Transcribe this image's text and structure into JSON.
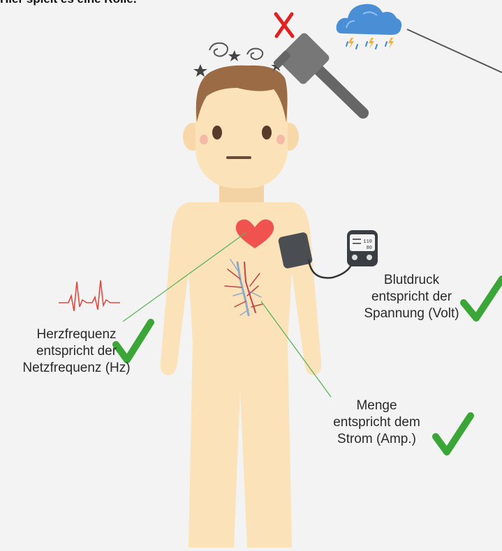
{
  "top_caption": "Hier spielt es eine Rolle.",
  "blood_pressure_monitor": {
    "upper_value": "110",
    "lower_value": "80"
  },
  "labels": {
    "heart_rate": [
      "Herzfrequenz",
      "entspricht der",
      "Netzfrequenz (Hz)"
    ],
    "blood_pressure": [
      "Blutdruck",
      "entspricht der",
      "Spannung (Volt)"
    ],
    "amount": [
      "Menge",
      "entspricht dem",
      "Strom (Amp.)"
    ]
  },
  "icons": {
    "hammer": "hammer-icon",
    "cross": "red-x-icon",
    "storm_cloud": "thunderstorm-cloud-icon",
    "checkmark": "green-check-icon",
    "heart": "heart-icon",
    "ecg": "ecg-wave-icon"
  },
  "colors": {
    "background": "#f3f3f3",
    "skin": "#fbe2b8",
    "hair": "#9b6b45",
    "heart": "#f0524f",
    "check": "#3aa637",
    "cross": "#e32020",
    "leader_line": "#58b55a",
    "cloud": "#4a8fd6"
  }
}
